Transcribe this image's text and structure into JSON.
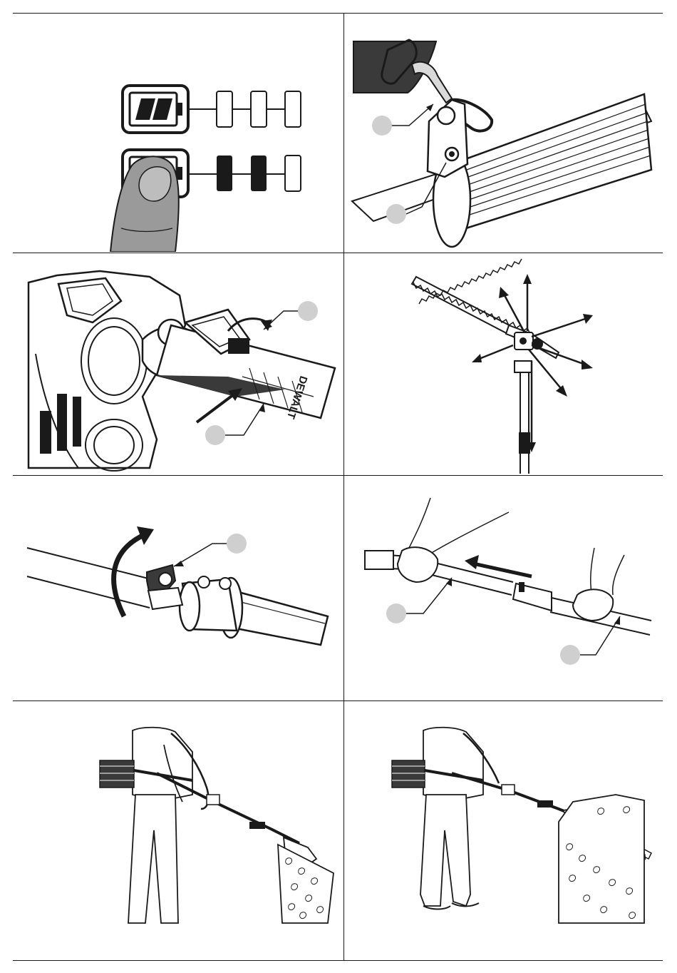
{
  "document": {
    "type": "instruction-manual-illustration-sheet",
    "brand_text": "DEWALT",
    "panels": [
      {
        "id": "battery-fuel-gauge",
        "callouts": []
      },
      {
        "id": "shoulder-strap-hook",
        "callouts": [
          "",
          ""
        ]
      },
      {
        "id": "head-angle-lever",
        "callouts": [
          "",
          ""
        ]
      },
      {
        "id": "head-articulation",
        "callouts": []
      },
      {
        "id": "extension-collar",
        "callouts": [
          ""
        ]
      },
      {
        "id": "extension-pole",
        "callouts": [
          "",
          ""
        ]
      },
      {
        "id": "operator-low-cut",
        "callouts": []
      },
      {
        "id": "operator-side-cut",
        "callouts": []
      }
    ]
  },
  "colors": {
    "line": "#1a1a1a",
    "callout_fill": "#cfcfcf",
    "fill_dark": "#1a1a1a",
    "thumb": "#9a9a9a",
    "strap": "#3a3a3a"
  }
}
